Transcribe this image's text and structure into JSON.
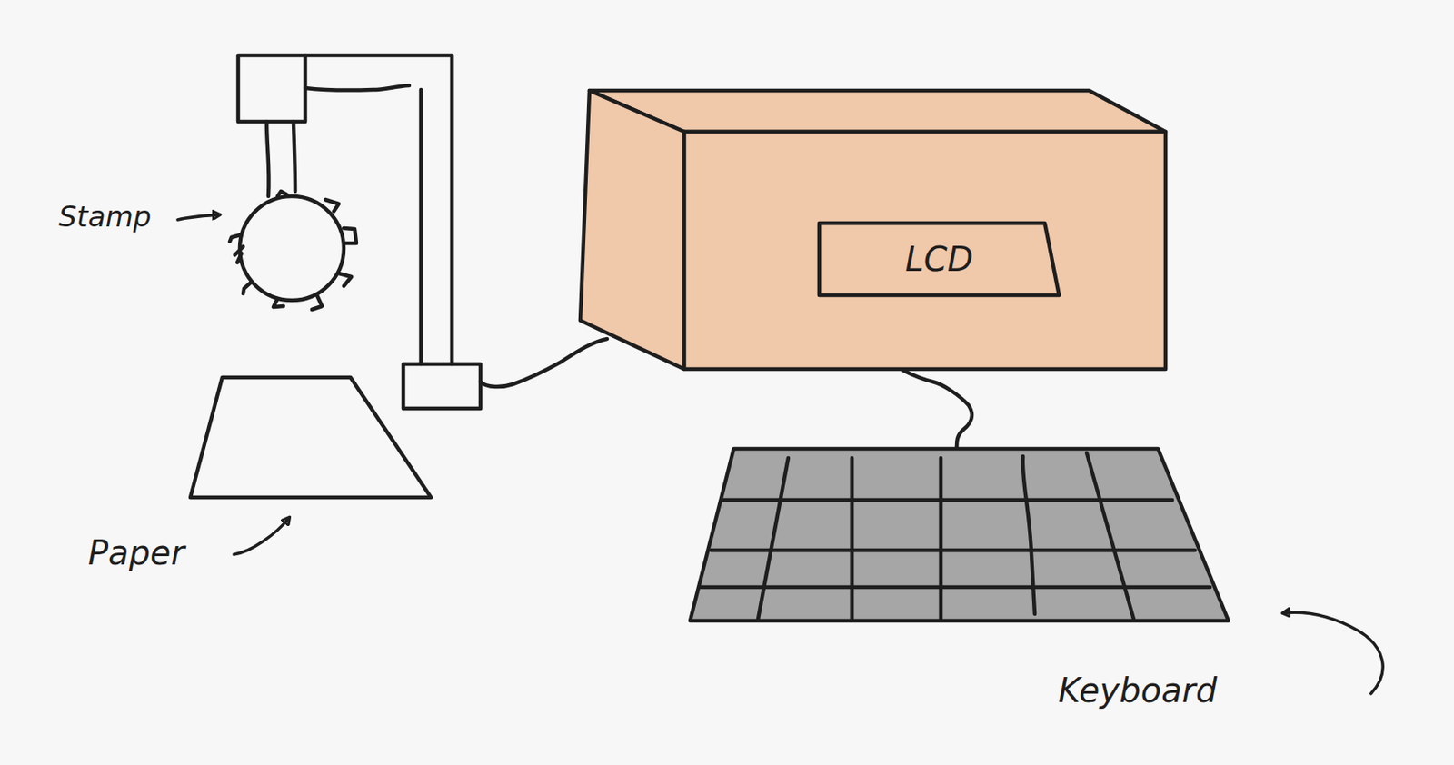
{
  "diagram": {
    "nodes": [
      {
        "text": [
          "LCD"
        ]
      }
    ],
    "labels": [
      "Stamp",
      "Paper",
      "Keyboard"
    ]
  }
}
